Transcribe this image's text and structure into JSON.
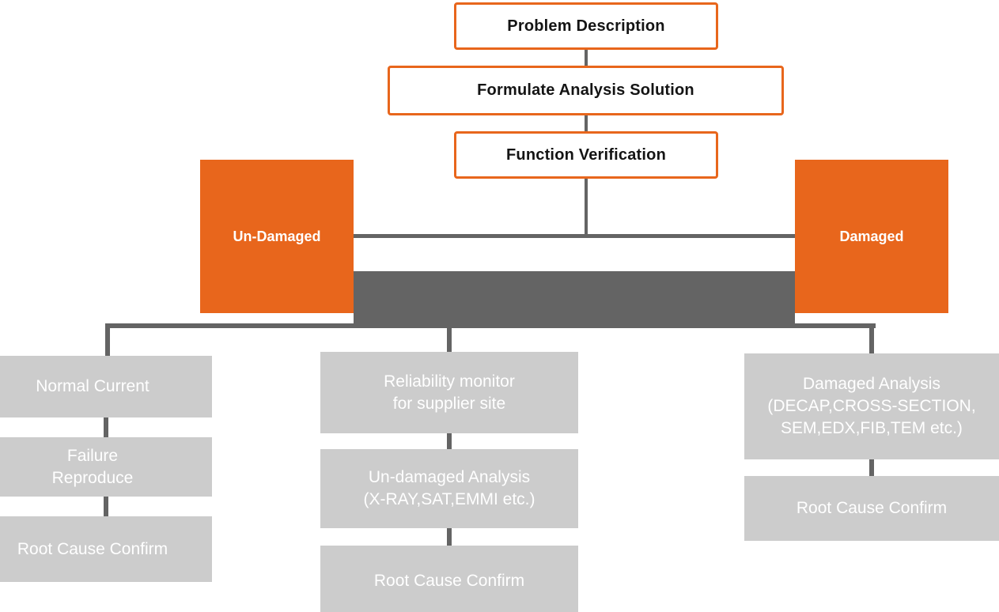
{
  "colors": {
    "accent_orange": "#e8661c",
    "connector_gray": "#646464",
    "step_box_gray": "#cccccc",
    "text_dark": "#141414",
    "text_light": "#ffffff",
    "background": "#ffffff"
  },
  "flow": {
    "top_stage": {
      "problem": "Problem Description",
      "formulate": "Formulate Analysis Solution",
      "function": "Function Verification"
    },
    "branches": {
      "undamaged": "Un-Damaged",
      "damaged": "Damaged"
    },
    "left_column": [
      "Normal Current",
      "Failure\nReproduce",
      "Root Cause Confirm"
    ],
    "middle_column": [
      "Reliability monitor\nfor supplier site",
      "Un-damaged Analysis\n(X-RAY,SAT,EMMI etc.)",
      "Root Cause Confirm"
    ],
    "right_column": [
      "Damaged Analysis\n(DECAP,CROSS-SECTION,\nSEM,EDX,FIB,TEM etc.)",
      "Root Cause Confirm"
    ]
  }
}
